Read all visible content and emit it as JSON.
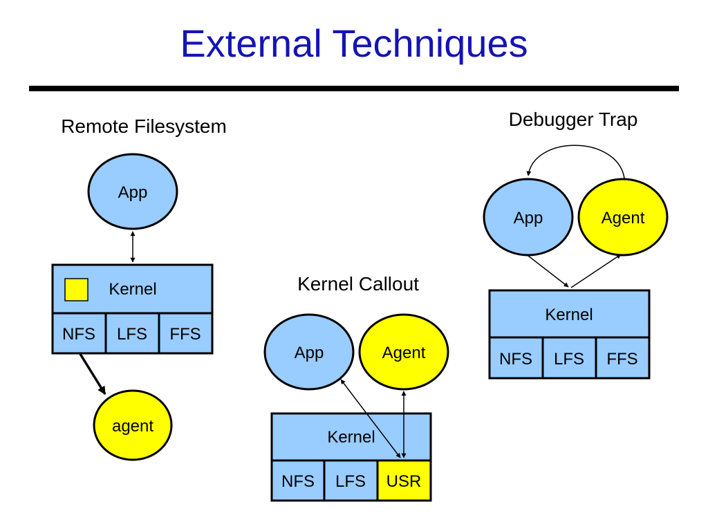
{
  "title": "External Techniques",
  "colors": {
    "title": "#1414b4",
    "blue_fill": "#99ccff",
    "yellow_fill": "#ffff00",
    "stroke": "#000000"
  },
  "remote_filesystem": {
    "heading": "Remote Filesystem",
    "app": "App",
    "kernel": "Kernel",
    "fs": [
      "NFS",
      "LFS",
      "FFS"
    ],
    "agent": "agent"
  },
  "kernel_callout": {
    "heading": "Kernel Callout",
    "app": "App",
    "agent": "Agent",
    "kernel": "Kernel",
    "fs": [
      "NFS",
      "LFS",
      "USR"
    ]
  },
  "debugger_trap": {
    "heading": "Debugger Trap",
    "app": "App",
    "agent": "Agent",
    "kernel": "Kernel",
    "fs": [
      "NFS",
      "LFS",
      "FFS"
    ]
  }
}
